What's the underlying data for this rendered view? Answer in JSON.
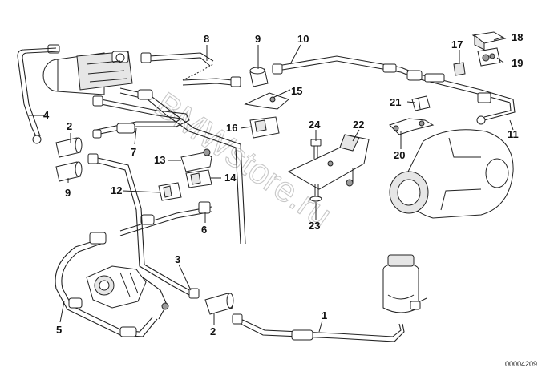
{
  "watermark": "BMWstore.ru",
  "reference_number": "00004209",
  "labels": {
    "p1": "1",
    "p2a": "2",
    "p2b": "2",
    "p3": "3",
    "p4": "4",
    "p5": "5",
    "p6": "6",
    "p7": "7",
    "p8": "8",
    "p9a": "9",
    "p9b": "9",
    "p10": "10",
    "p11": "11",
    "p12": "12",
    "p13": "13",
    "p14": "14",
    "p15": "15",
    "p16": "16",
    "p17": "17",
    "p18": "18",
    "p19": "19",
    "p20": "20",
    "p21": "21",
    "p22": "22",
    "p23": "23",
    "p24": "24"
  }
}
